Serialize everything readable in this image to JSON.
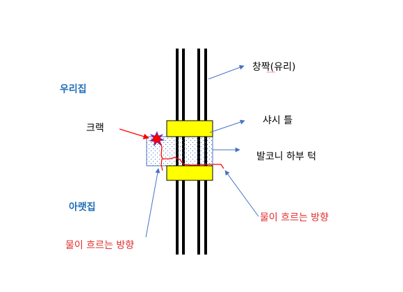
{
  "labels": {
    "upper_house": "우리집",
    "lower_house": "아랫집",
    "crack": "크랙",
    "window_glass": "창짝(유리)",
    "sash_frame": "샤시 틀",
    "balcony_ledge": "발코니 하부 턱",
    "water_flow_left": "물이 흐르는 방향",
    "water_flow_right": "물이 흐르는 방향"
  },
  "colors": {
    "blue_text": "#1f6fb8",
    "red_text": "#e32b2b",
    "arrow_blue": "#4472c4",
    "sash_yellow": "#ffff00",
    "crack_red": "#ff0000",
    "line_black": "#000000",
    "sill_dots": "#4472c4"
  }
}
